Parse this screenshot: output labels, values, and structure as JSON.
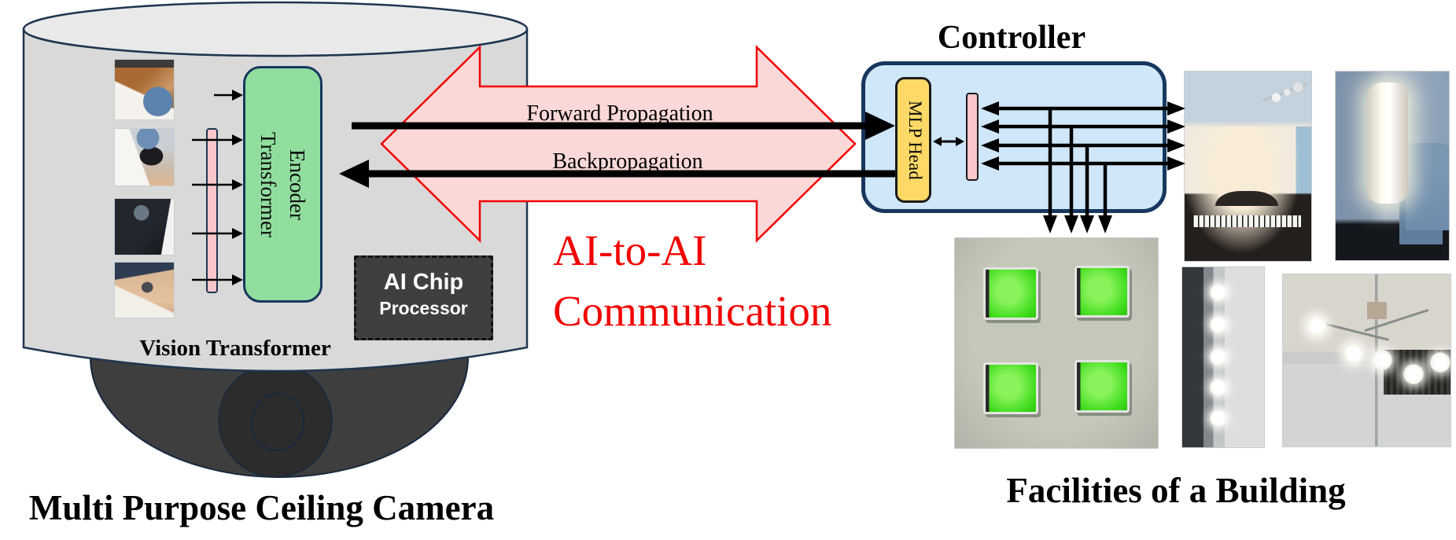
{
  "colors": {
    "red": "#f20000",
    "navy_border": "#17375e",
    "ink_border": "#1f3550",
    "pink_arrow": "#fbd8d8",
    "pink_bar": "#f9c7cb",
    "light_blue_box": "#cfe7f8",
    "green_box": "#90dd9e",
    "orange_box": "#ffd966",
    "cylinder_gray": "#d9d9d9",
    "cylinder_top_gray": "#e9e9e9",
    "dome_dark": "#3e3e3e",
    "chip_dark": "#3f3f3f",
    "button_green": "#3fdc1c"
  },
  "camera": {
    "title": "Multi Purpose Ceiling Camera",
    "vit_label": "Vision Transformer",
    "encoder": {
      "line1": "Transformer",
      "line2": "Encoder"
    },
    "chip": {
      "line1": "AI Chip",
      "line2": "Processor"
    },
    "views": [
      {
        "name": "overhead view of desk with blue chair"
      },
      {
        "name": "overhead view of person at workspace"
      },
      {
        "name": "dark office corner with chair"
      },
      {
        "name": "desk surface with eyeglasses"
      }
    ]
  },
  "link": {
    "forward_label": "Forward Propagation",
    "backward_label": "Backpropagation",
    "headline_line1": "AI-to-AI",
    "headline_line2": "Communication"
  },
  "controller": {
    "title": "Controller",
    "mlp_label": "MLP Head"
  },
  "facilities": {
    "title": "Facilities of a Building",
    "photos": [
      {
        "name": "piano room with spotlights"
      },
      {
        "name": "glowing floor lamp beside sofa"
      },
      {
        "name": "panel with four green lighted buttons"
      },
      {
        "name": "vertical strip of five light bulbs"
      },
      {
        "name": "ceiling track lights"
      }
    ]
  }
}
